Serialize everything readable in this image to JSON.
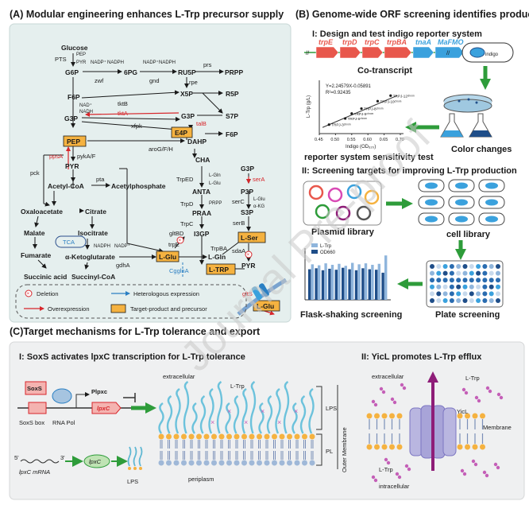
{
  "panel_a": {
    "title": "(A) Modular engineering enhances L-Trp precursor supply",
    "metabolites": {
      "glucose": "Glucose",
      "g6p": "G6P",
      "pg6": "6PG",
      "ru5p": "RU5P",
      "prpp": "PRPP",
      "f6p": "F6P",
      "x5p": "X5P",
      "r5p": "R5P",
      "g3p": "G3P",
      "s7p": "S7P",
      "e4p": "E4P",
      "f6p2": "F6P",
      "pep": "PEP",
      "dahp": "DAHP",
      "pyr": "PYR",
      "acetylcoa": "Acetyl-CoA",
      "acetylphosphate": "Acetylphosphate",
      "oxaloacetate": "Oxaloacetate",
      "citrate": "Citrate",
      "malate": "Malate",
      "isocitrate": "Isocitrate",
      "fumarate": "Fumarate",
      "akg": "α-Ketoglutarate",
      "succinic": "Succinic acid",
      "succinylcoa": "Succinyl-CoA",
      "lglu": "L-Glu",
      "lgln": "L-Gln",
      "cha": "CHA",
      "anta": "ANTA",
      "praa": "PRAA",
      "i3gp": "I3GP",
      "ltrp": "L-TRP",
      "g3p2": "G3P",
      "p3p": "P3P",
      "s3p": "S3P",
      "lser": "L-Ser",
      "pyr2": "PYR",
      "lglu2": "L-Glu"
    },
    "enzymes": {
      "pts": "PTS",
      "pep_small": "PEP",
      "pyr_small": "PYR",
      "zwf": "zwf",
      "gnd": "gnd",
      "prs": "prs",
      "rpe": "rpe",
      "tktb": "tktB",
      "tkta": "tktA",
      "talb": "talB",
      "xfpk": "xfpk",
      "ppsa": "ppsA",
      "pykaf": "pykA/F",
      "arog": "aroG/F/H",
      "pck": "pck",
      "pta": "pta",
      "tca": "TCA",
      "gdha": "gdhA",
      "gltbd": "gltBD",
      "trpe": "trpE",
      "cgglna": "CgglnA",
      "trped": "TrpED",
      "trpd": "TrpD",
      "trpc": "TrpC",
      "trpba": "TrpBA",
      "sera": "serA",
      "serc": "serC",
      "serb": "serB",
      "sdaa": "sdaA",
      "glts": "gltS",
      "nadp1": "NADP⁺",
      "nadph1": "NADPH",
      "nadp2": "NADP⁺",
      "nadph2": "NADPH",
      "nad": "NAD⁺",
      "nadh": "NADH",
      "nadph3": "NADPH",
      "nadp3": "NADP⁺",
      "lgln_a": "L-Gln",
      "lglu_a": "L-Glu",
      "prpp_a": "PRPP",
      "lglu_b": "L-Glu",
      "akg_b": "α-KG"
    },
    "legend": {
      "deletion": "Deletion",
      "heterologous": "Heterologous expression",
      "overexpression": "Overexpression",
      "target": "Target-product and precursor"
    }
  },
  "panel_b": {
    "title": "(B) Genome-wide ORF screening identifies production targets",
    "step1": "I:  Design and test indigo reporter system",
    "genes": [
      "trpE",
      "trpD",
      "trpC",
      "trpBA",
      "tnaA",
      "MaFMO"
    ],
    "cotranscript": "Co-transcript",
    "indigo": "indigo",
    "equation": "Y=2.24579X-0.05891",
    "r2": "R²=0.92435",
    "y_axis_label": "L-Trp (g/L)",
    "x_axis_label": "Indigo (OD₆₂₀)",
    "color_changes": "Color changes",
    "reporter_test": "reporter system sensitivity test",
    "step2": "II:  Screening targets for improving L-Trp production",
    "plasmid_library": "Plasmid library",
    "cell_library": "cell library",
    "plate_screening": "Plate screening",
    "flask_screening": "Flask-shaking screening",
    "bar_legend": [
      "L-Trp",
      "OD660"
    ]
  },
  "panel_c": {
    "title": "(C)Target mechanisms for L-Trp tolerance and export",
    "step1": "I:  SoxS activates lpxC transcription for L-Trp tolerance",
    "soxs": "SoxS",
    "plpxc": "Plpxc",
    "lpxc": "lpxC",
    "soxs_box": "SoxS box",
    "rna_pol": "RNA Pol",
    "mrna_label": "lpxC mRNA",
    "five_prime": "5'",
    "three_prime": "3'",
    "lps_small": "LPS",
    "extracellular": "extracellular",
    "ltrp": "L-Trp",
    "lps_bracket": "LPS",
    "pl_bracket": "PL",
    "outer_membrane": "Outer Membrane",
    "periplasm": "periplasm",
    "step2": "II:  YicL promotes L-Trp efflux",
    "extracellular2": "extracellular",
    "ltrp2": "L-Trp",
    "yicl": "YicL",
    "membrane": "Membrane",
    "ltrp3": "L-Trp",
    "intracellular": "intracellular"
  },
  "colors": {
    "panel_bg": "#e5efee",
    "panel_c_bg": "#eff0f1",
    "target_fill": "#f5b240",
    "arrow_red": "#d7262b",
    "arrow_green": "#2e9c3a",
    "gene_red": "#e8574c",
    "gene_blue": "#3aa1dd",
    "bar_dark": "#1f4e89",
    "bar_light": "#8fb5dc"
  },
  "chart_data": {
    "type": "scatter",
    "title": "",
    "xlabel": "Indigo (OD₆₂₀)",
    "ylabel": "L-Trp (g/L)",
    "x_ticks": [
      "0.45",
      "0.50",
      "0.55",
      "0.60",
      "0.65",
      "0.70"
    ],
    "xlim": [
      0.45,
      0.7
    ],
    "ylim": [
      0.9,
      1.7
    ],
    "point_labels": [
      "TRPJ-3ᶜʰʳᵒᵐ",
      "TRPJ-6ᶜʰʳᵒᵐ",
      "TRPJ-5ᶜʰʳᵒᵐ",
      "TRPJ-8ᶜʰʳᵒᵐ",
      "TRPJ-10ᶜʰʳᵒᵐ",
      "TRPJ-12ᶜʰʳᵒᵐ"
    ],
    "x": [
      0.48,
      0.53,
      0.55,
      0.58,
      0.63,
      0.67
    ],
    "y": [
      1.02,
      1.12,
      1.2,
      1.28,
      1.4,
      1.49
    ],
    "fit": {
      "slope": 2.24579,
      "intercept": -0.05891
    }
  },
  "bar_chart": {
    "type": "bar",
    "series": [
      {
        "name": "L-Trp",
        "values": [
          0.72,
          0.7,
          0.74,
          0.71,
          0.73,
          0.69,
          0.75,
          0.72,
          0.74,
          0.71,
          0.73,
          0.9
        ]
      },
      {
        "name": "OD660",
        "values": [
          0.62,
          0.64,
          0.6,
          0.63,
          0.61,
          0.65,
          0.62,
          0.6,
          0.64,
          0.62,
          0.61,
          0.55
        ]
      }
    ]
  }
}
